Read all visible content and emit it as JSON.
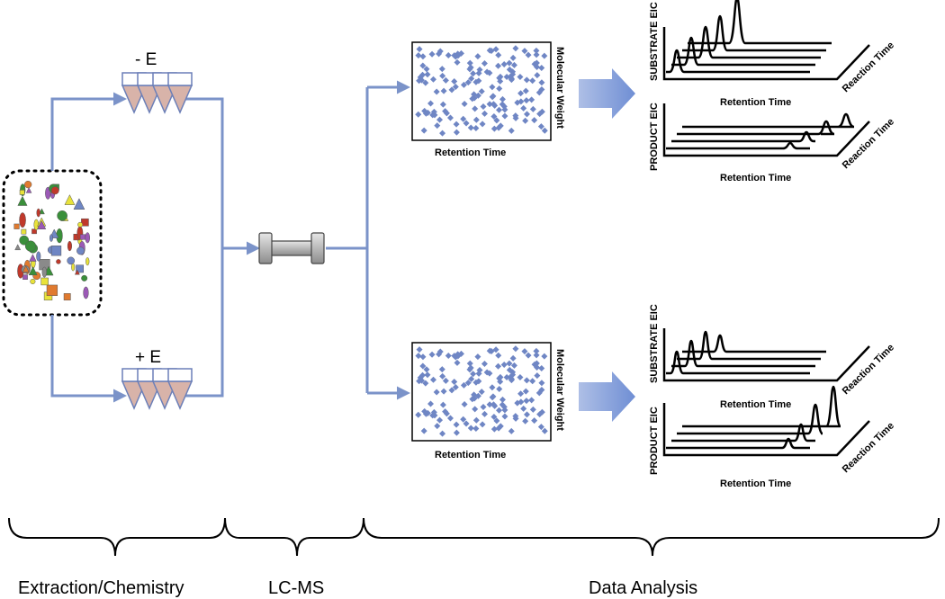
{
  "labels": {
    "minus_e": "- E",
    "plus_e": "+ E"
  },
  "plots": {
    "retention_time": "Retention Time",
    "molecular_weight": "Molecular Weight"
  },
  "eic": {
    "substrate": "SUBSTRATE EIC",
    "product": "PRODUCT EIC",
    "reaction_time": "Reaction Time",
    "retention_time": "Retention Time"
  },
  "sections": {
    "extraction": "Extraction/Chemistry",
    "lcms": "LC-MS",
    "analysis": "Data Analysis"
  },
  "colors": {
    "flow": "#7b93c9",
    "dots": "#6f86c4",
    "tube_fill": "#d8b3a9"
  }
}
